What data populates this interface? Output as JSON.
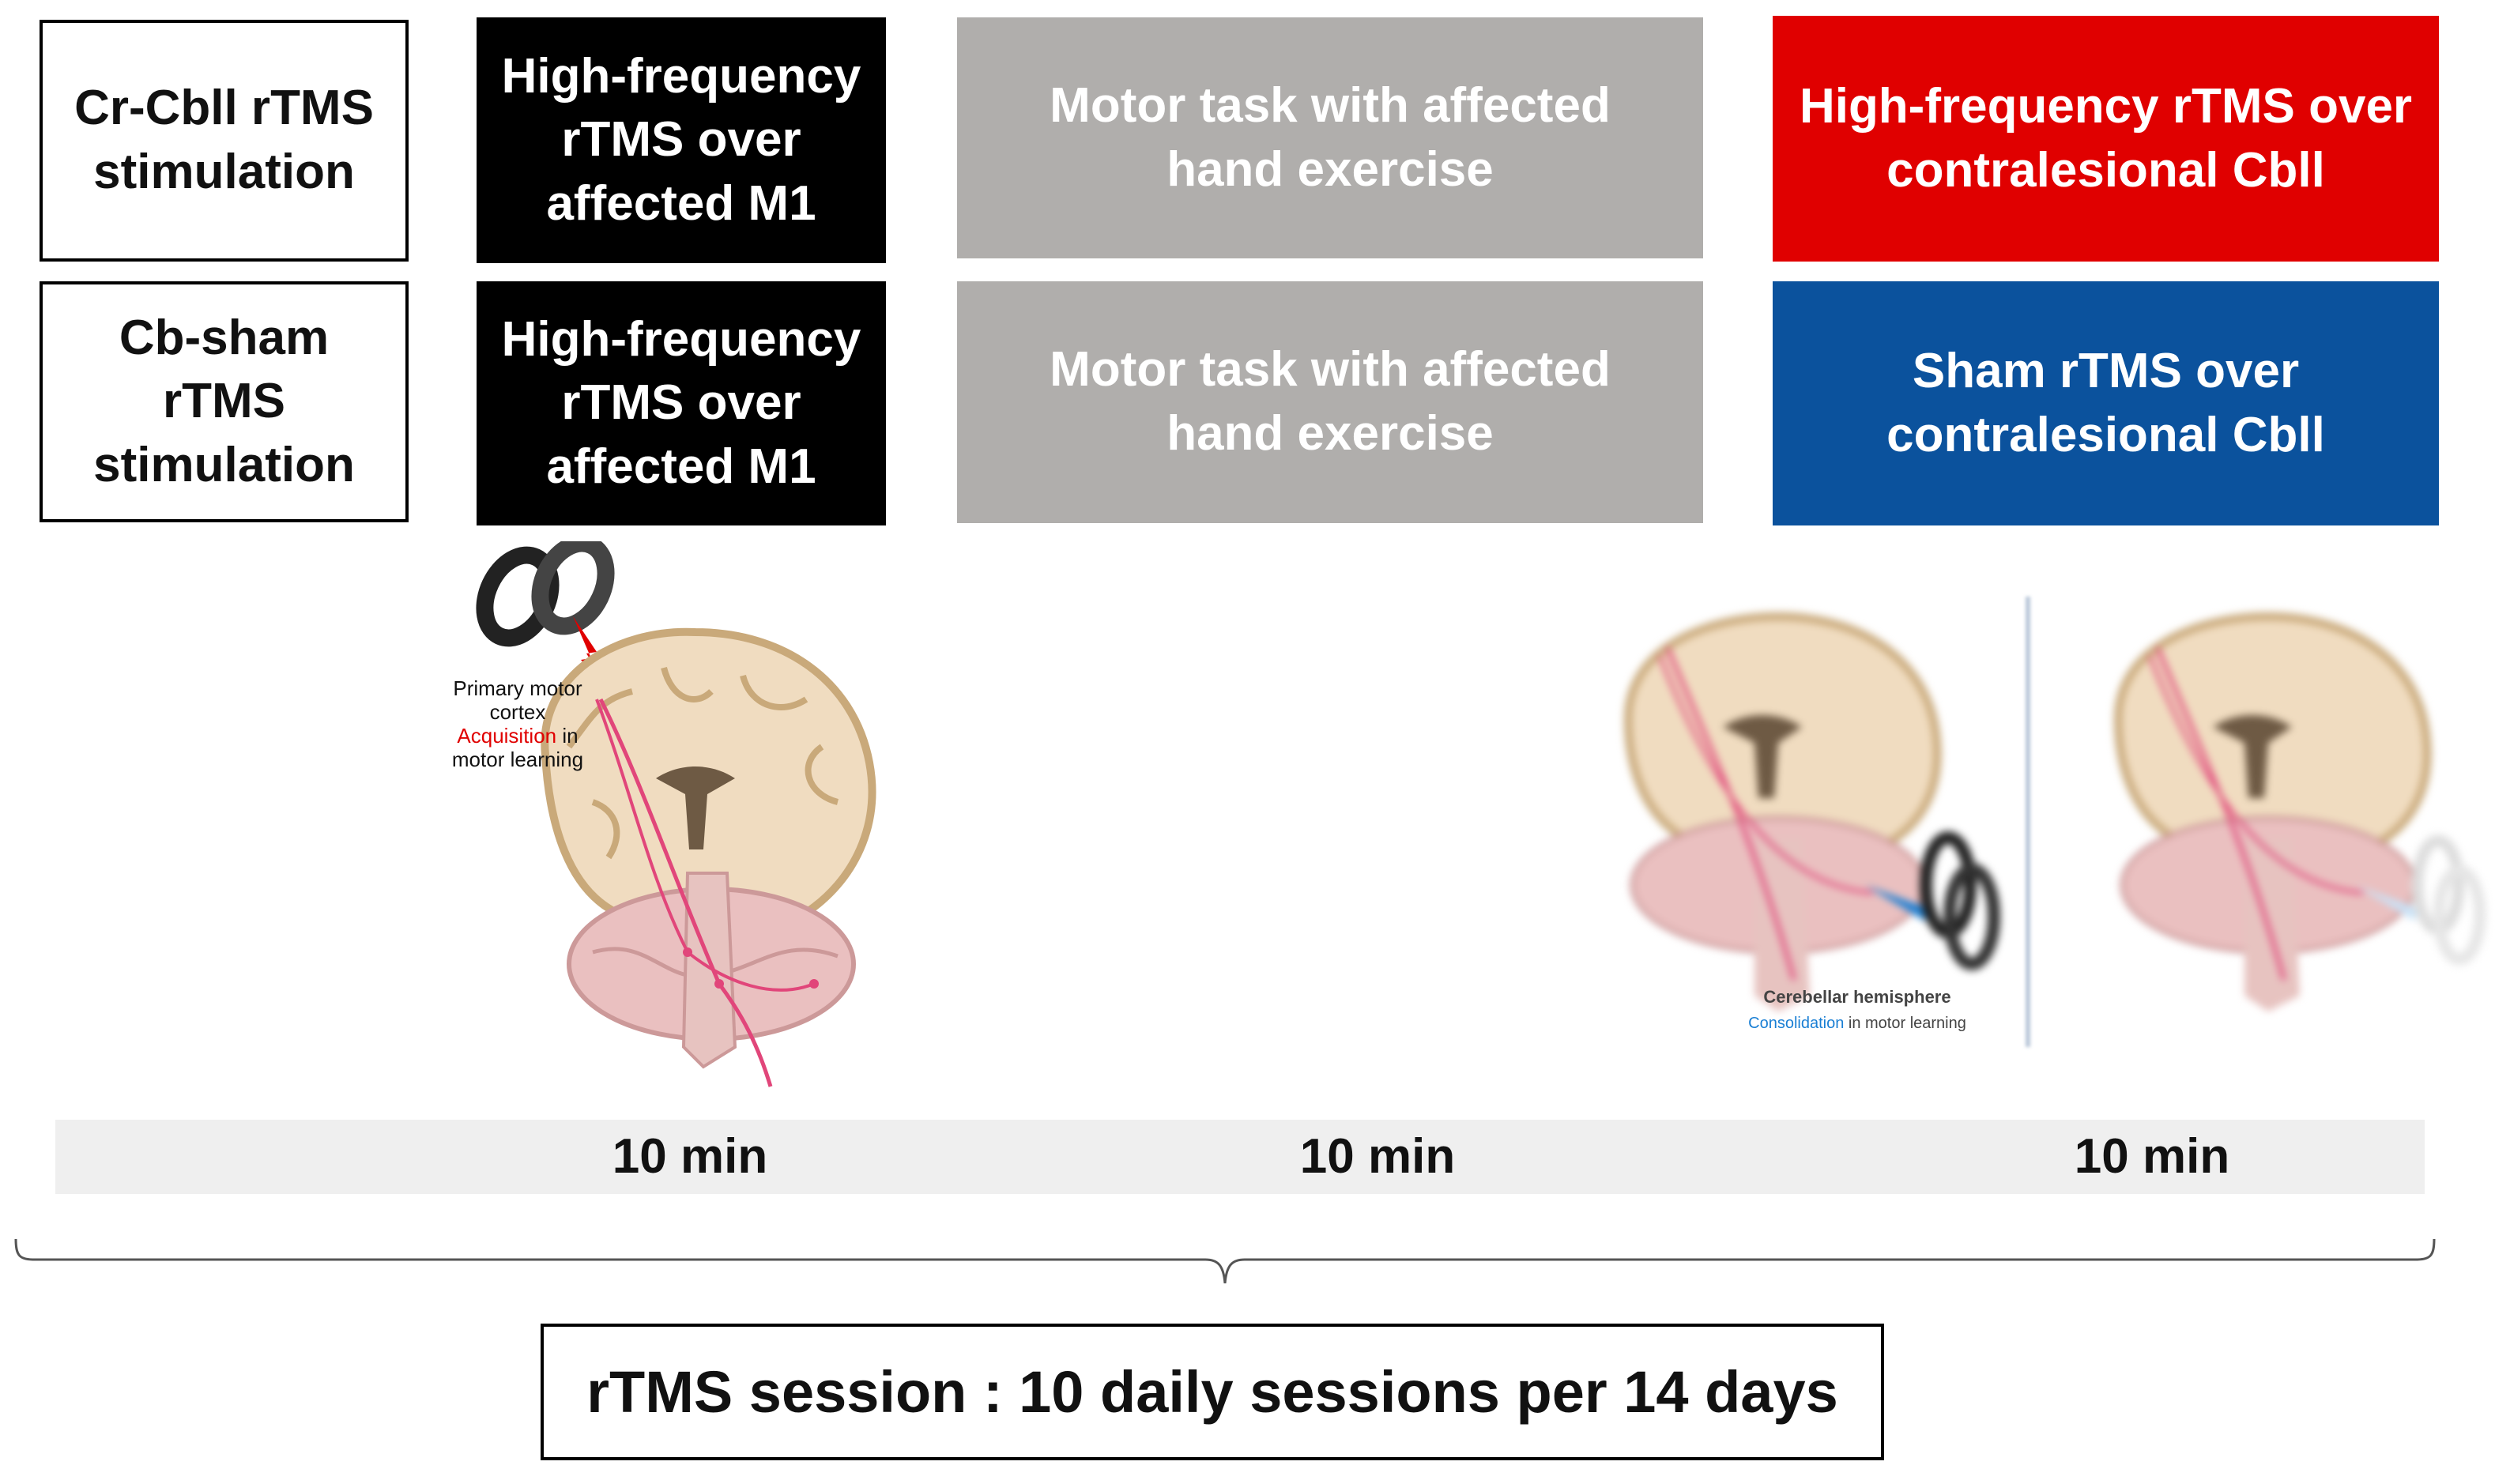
{
  "rows": [
    {
      "label": "Cr-Cbll rTMS\nstimulation",
      "m1": "High-frequency\nrTMS over\naffected M1",
      "task": "Motor task with affected\nhand exercise",
      "cbll": "High-frequency rTMS over\ncontralesional Cbll"
    },
    {
      "label": "Cb-sham\nrTMS\nstimulation",
      "m1": "High-frequency\nrTMS over\naffected M1",
      "task": "Motor task with affected\nhand exercise",
      "cbll": "Sham rTMS over\ncontralesional Cbll"
    }
  ],
  "brain_left": {
    "caption_line1": "Primary motor",
    "caption_line2": "cortex",
    "caption_highlight": "Acquisition",
    "caption_mid": " in",
    "caption_line4": "motor learning"
  },
  "brain_right": {
    "caption_line1": "Cerebellar hemisphere",
    "caption_highlight": "Consolidation",
    "caption_rest": " in motor learning"
  },
  "timeline": [
    "10 min",
    "10 min",
    "10 min"
  ],
  "session": "rTMS session : 10 daily sessions per 14 days",
  "colors": {
    "m1_box": "#000000",
    "task_box": "#b0aeac",
    "active_cbll": "#e00000",
    "sham_cbll": "#0b529d",
    "highlight_red": "#e00000",
    "highlight_blue": "#1a7fd4"
  }
}
